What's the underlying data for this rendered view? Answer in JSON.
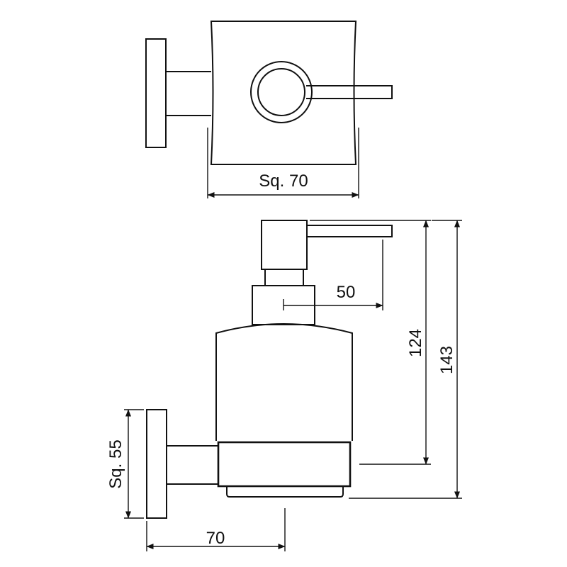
{
  "top_view": {
    "width_dimension": "Sq. 70"
  },
  "side_view": {
    "spout_reach_dimension": "50",
    "body_height_dimension": "124",
    "total_height_dimension": "143",
    "backplate_dimension": "Sq. 55",
    "projection_dimension": "70"
  },
  "colors": {
    "line": "#111111",
    "background": "#ffffff"
  }
}
